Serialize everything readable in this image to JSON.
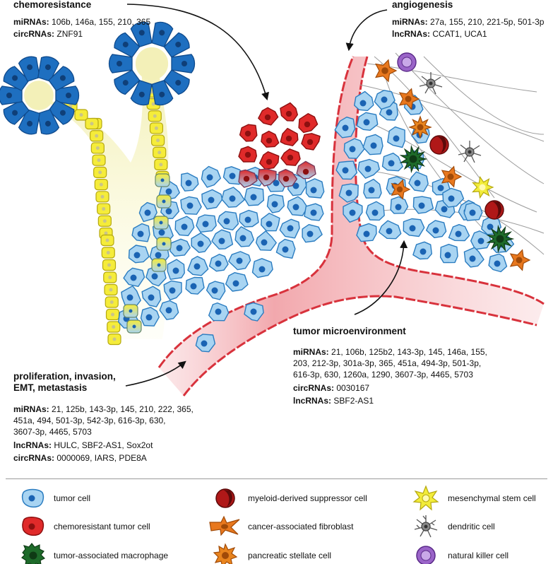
{
  "sections": {
    "chemoresistance": {
      "title": "chemoresistance",
      "mirnas_label": "miRNAs:",
      "mirnas": "106b, 146a, 155, 210, 365",
      "circrnas_label": "circRNAs:",
      "circrnas": "ZNF91"
    },
    "angiogenesis": {
      "title": "angiogenesis",
      "mirnas_label": "miRNAs:",
      "mirnas": "27a, 155, 210, 221-5p, 501-3p",
      "lncrnas_label": "lncRNAs:",
      "lncrnas": "CCAT1, UCA1"
    },
    "tme": {
      "title": "tumor microenvironment",
      "mirnas_label": "miRNAs:",
      "mirnas_lines": [
        "21, 106b, 125b2, 143-3p, 145, 146a, 155,",
        "203, 212-3p, 301a-3p, 365, 451a, 494-3p, 501-3p,",
        "616-3p, 630, 1260a, 1290, 3607-3p, 4465, 5703"
      ],
      "circrnas_label": "circRNAs:",
      "circrnas": "0030167",
      "lncrnas_label": "lncRNAs:",
      "lncrnas": "SBF2-AS1"
    },
    "proliferation": {
      "title_lines": [
        "proliferation, invasion,",
        "EMT, metastasis"
      ],
      "mirnas_label": "miRNAs:",
      "mirnas_lines": [
        "21, 125b, 143-3p, 145, 210, 222, 365,",
        "451a, 494, 501-3p, 542-3p, 616-3p, 630,",
        "3607-3p, 4465, 5703"
      ],
      "lncrnas_label": "lncRNAs:",
      "lncrnas": "HULC, SBF2-AS1, Sox2ot",
      "circrnas_label": "circRNAs:",
      "circrnas": "0000069, IARS, PDE8A"
    }
  },
  "legend": {
    "items": [
      {
        "icon": "tumor-cell-icon",
        "label": "tumor cell",
        "color": "#a8d4f2"
      },
      {
        "icon": "chemoresistant-tumor-cell-icon",
        "label": "chemoresistant tumor cell",
        "color": "#e02a2a"
      },
      {
        "icon": "tumor-associated-macrophage-icon",
        "label": "tumor-associated macrophage",
        "color": "#1e6b2a"
      },
      {
        "icon": "myeloid-derived-suppressor-cell-icon",
        "label": "myeloid-derived suppressor cell",
        "color": "#b01818"
      },
      {
        "icon": "cancer-associated-fibroblast-icon",
        "label": "cancer-associated fibroblast",
        "color": "#e8781e"
      },
      {
        "icon": "pancreatic-stellate-cell-icon",
        "label": "pancreatic stellate cell",
        "color": "#e8841e"
      },
      {
        "icon": "mesenchymal-stem-cell-icon",
        "label": "mesenchymal stem cell",
        "color": "#f2ec3a"
      },
      {
        "icon": "dendritic-cell-icon",
        "label": "dendritic cell",
        "color": "#8a8a8a"
      },
      {
        "icon": "natural-killer-cell-icon",
        "label": "natural killer cell",
        "color": "#9a64c8"
      }
    ]
  },
  "colors": {
    "tumor_fill": "#a8d4f2",
    "tumor_stroke": "#2a7cc0",
    "nucleus": "#1a63b3",
    "duct_cell": "#1e6fc0",
    "duct_yellow": "#f5ec3a",
    "vessel": "#f2a8ad",
    "vessel_wall": "#d8323c",
    "chemo_red": "#e02a2a"
  }
}
